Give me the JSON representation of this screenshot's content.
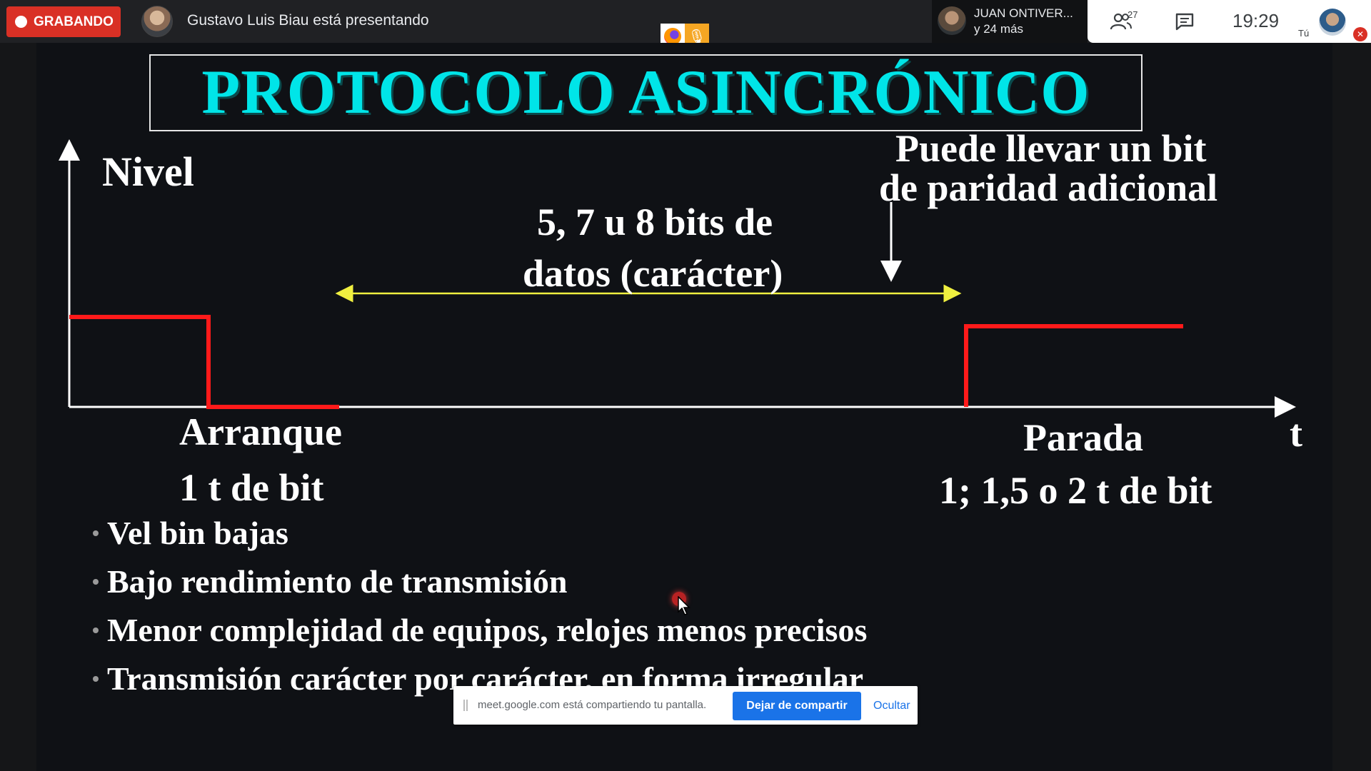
{
  "topbar": {
    "recording_label": "GRABANDO",
    "presenter_text": "Gustavo Luis Biau está presentando",
    "participant_name": "JUAN ONTIVER...",
    "participant_more": "y 24 más",
    "people_count": "27",
    "time": "19:29",
    "you_label": "Tú"
  },
  "slide": {
    "title": "PROTOCOLO ASINCRÓNICO",
    "y_axis_label": "Nivel",
    "x_axis_label": "t",
    "parity_line1": "Puede llevar un bit",
    "parity_line2": "de paridad adicional",
    "data_line1": "5, 7 u 8 bits de",
    "data_line2": "datos (carácter)",
    "start_label": "Arranque",
    "start_duration": "1 t de bit",
    "stop_label": "Parada",
    "stop_duration": "1; 1,5 o 2 t de bit",
    "bullets": [
      "Vel bin  bajas",
      "Bajo rendimiento de transmisión",
      "Menor complejidad de equipos, relojes menos precisos",
      "Transmisión carácter por carácter, en forma irregular"
    ]
  },
  "share_bar": {
    "message": "meet.google.com está compartiendo tu pantalla.",
    "stop_label": "Dejar de compartir",
    "hide_label": "Ocultar"
  },
  "colors": {
    "title_cyan": "#00e5e8",
    "signal_red": "#ff1a1a",
    "arrow_yellow": "#f0f040",
    "recording_red": "#d93025",
    "share_blue": "#1a73e8"
  }
}
